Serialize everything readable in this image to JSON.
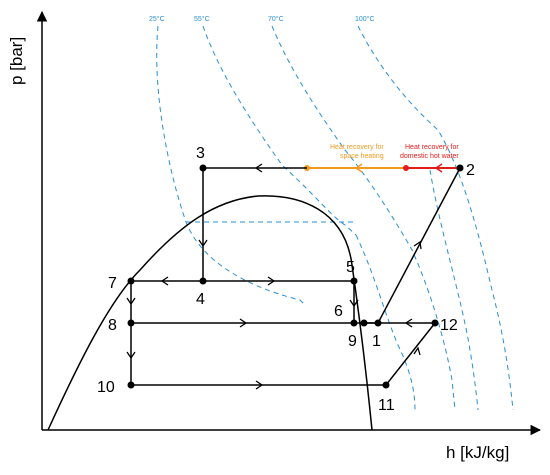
{
  "axes": {
    "y_label": "p [bar]",
    "x_label": "h [kJ/kg]"
  },
  "isotherms": [
    {
      "label": "25°C"
    },
    {
      "label": "55°C"
    },
    {
      "label": "70°C"
    },
    {
      "label": "100°C"
    }
  ],
  "annotations": {
    "space_heating": {
      "line1": "Heat recovery for",
      "line2": "space heating"
    },
    "hot_water": {
      "line1": "Heat recovery for",
      "line2": "domestic hot water"
    }
  },
  "states": [
    {
      "id": "1",
      "label": "1"
    },
    {
      "id": "2",
      "label": "2"
    },
    {
      "id": "3",
      "label": "3"
    },
    {
      "id": "4",
      "label": "4"
    },
    {
      "id": "5",
      "label": "5"
    },
    {
      "id": "6",
      "label": "6"
    },
    {
      "id": "7",
      "label": "7"
    },
    {
      "id": "8",
      "label": "8"
    },
    {
      "id": "9",
      "label": "9"
    },
    {
      "id": "10",
      "label": "10"
    },
    {
      "id": "11",
      "label": "11"
    },
    {
      "id": "12",
      "label": "12"
    }
  ],
  "colors": {
    "isotherm": "#2a8fd6",
    "space_heating": "#f39a1e",
    "hot_water": "#e41b1b",
    "cycle": "#000000"
  }
}
